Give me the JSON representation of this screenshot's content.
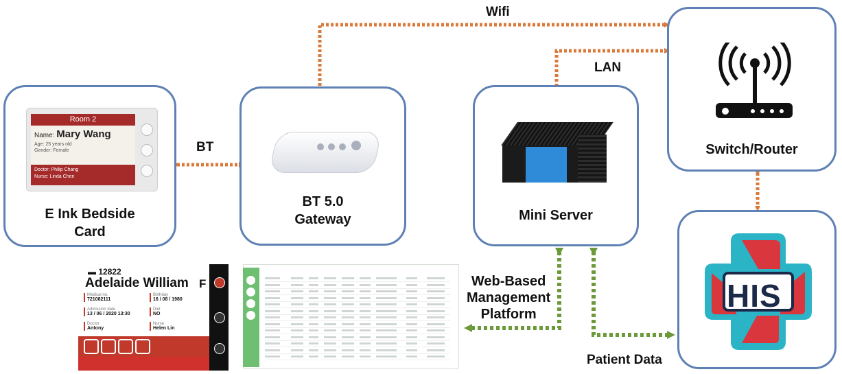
{
  "nodes": {
    "eink_card": {
      "label": "E Ink Bedside\nCard"
    },
    "bt_gateway": {
      "label": "BT 5.0\nGateway"
    },
    "mini_server": {
      "label": "Mini Server"
    },
    "switch_router": {
      "label": "Switch/Router"
    },
    "his": {
      "logo_text": "HIS"
    }
  },
  "connections": {
    "wifi": "Wifi",
    "lan": "LAN",
    "bt": "BT",
    "web_platform": "Web-Based\nManagement\nPlatform",
    "patient_data": "Patient Data"
  },
  "eink_device": {
    "room": "Room 2",
    "name_prefix": "Name:",
    "name": "Mary Wang",
    "age": "Age: 25 years old",
    "gender": "Gender: Female",
    "doctor": "Doctor: Philip Chang",
    "nurse": "Nurse: Linda Chen"
  },
  "bedside_screen": {
    "room": "12822",
    "patient": "Adelaide William",
    "sex": "F",
    "fields": [
      {
        "label": "Medical no.",
        "value": "721082111"
      },
      {
        "label": "Birthday",
        "value": "16 / 08 / 1980"
      },
      {
        "label": "Admission date",
        "value": "13 / 06 / 2020 13:30"
      },
      {
        "label": "Diet",
        "value": "NO"
      },
      {
        "label": "Doctor",
        "value": "Antony"
      },
      {
        "label": "Nurse",
        "value": "Helen Lin"
      }
    ]
  },
  "colors": {
    "node_border": "#5e80b4",
    "orange_link": "#d9793a",
    "green_link": "#6c9a3a",
    "card_red": "#a52a2a",
    "his_teal": "#2bb3c6",
    "his_red": "#d9363e"
  },
  "icons": [
    "wifi-antenna-icon",
    "router-icon",
    "his-cross-logo-icon",
    "bed-icon"
  ]
}
